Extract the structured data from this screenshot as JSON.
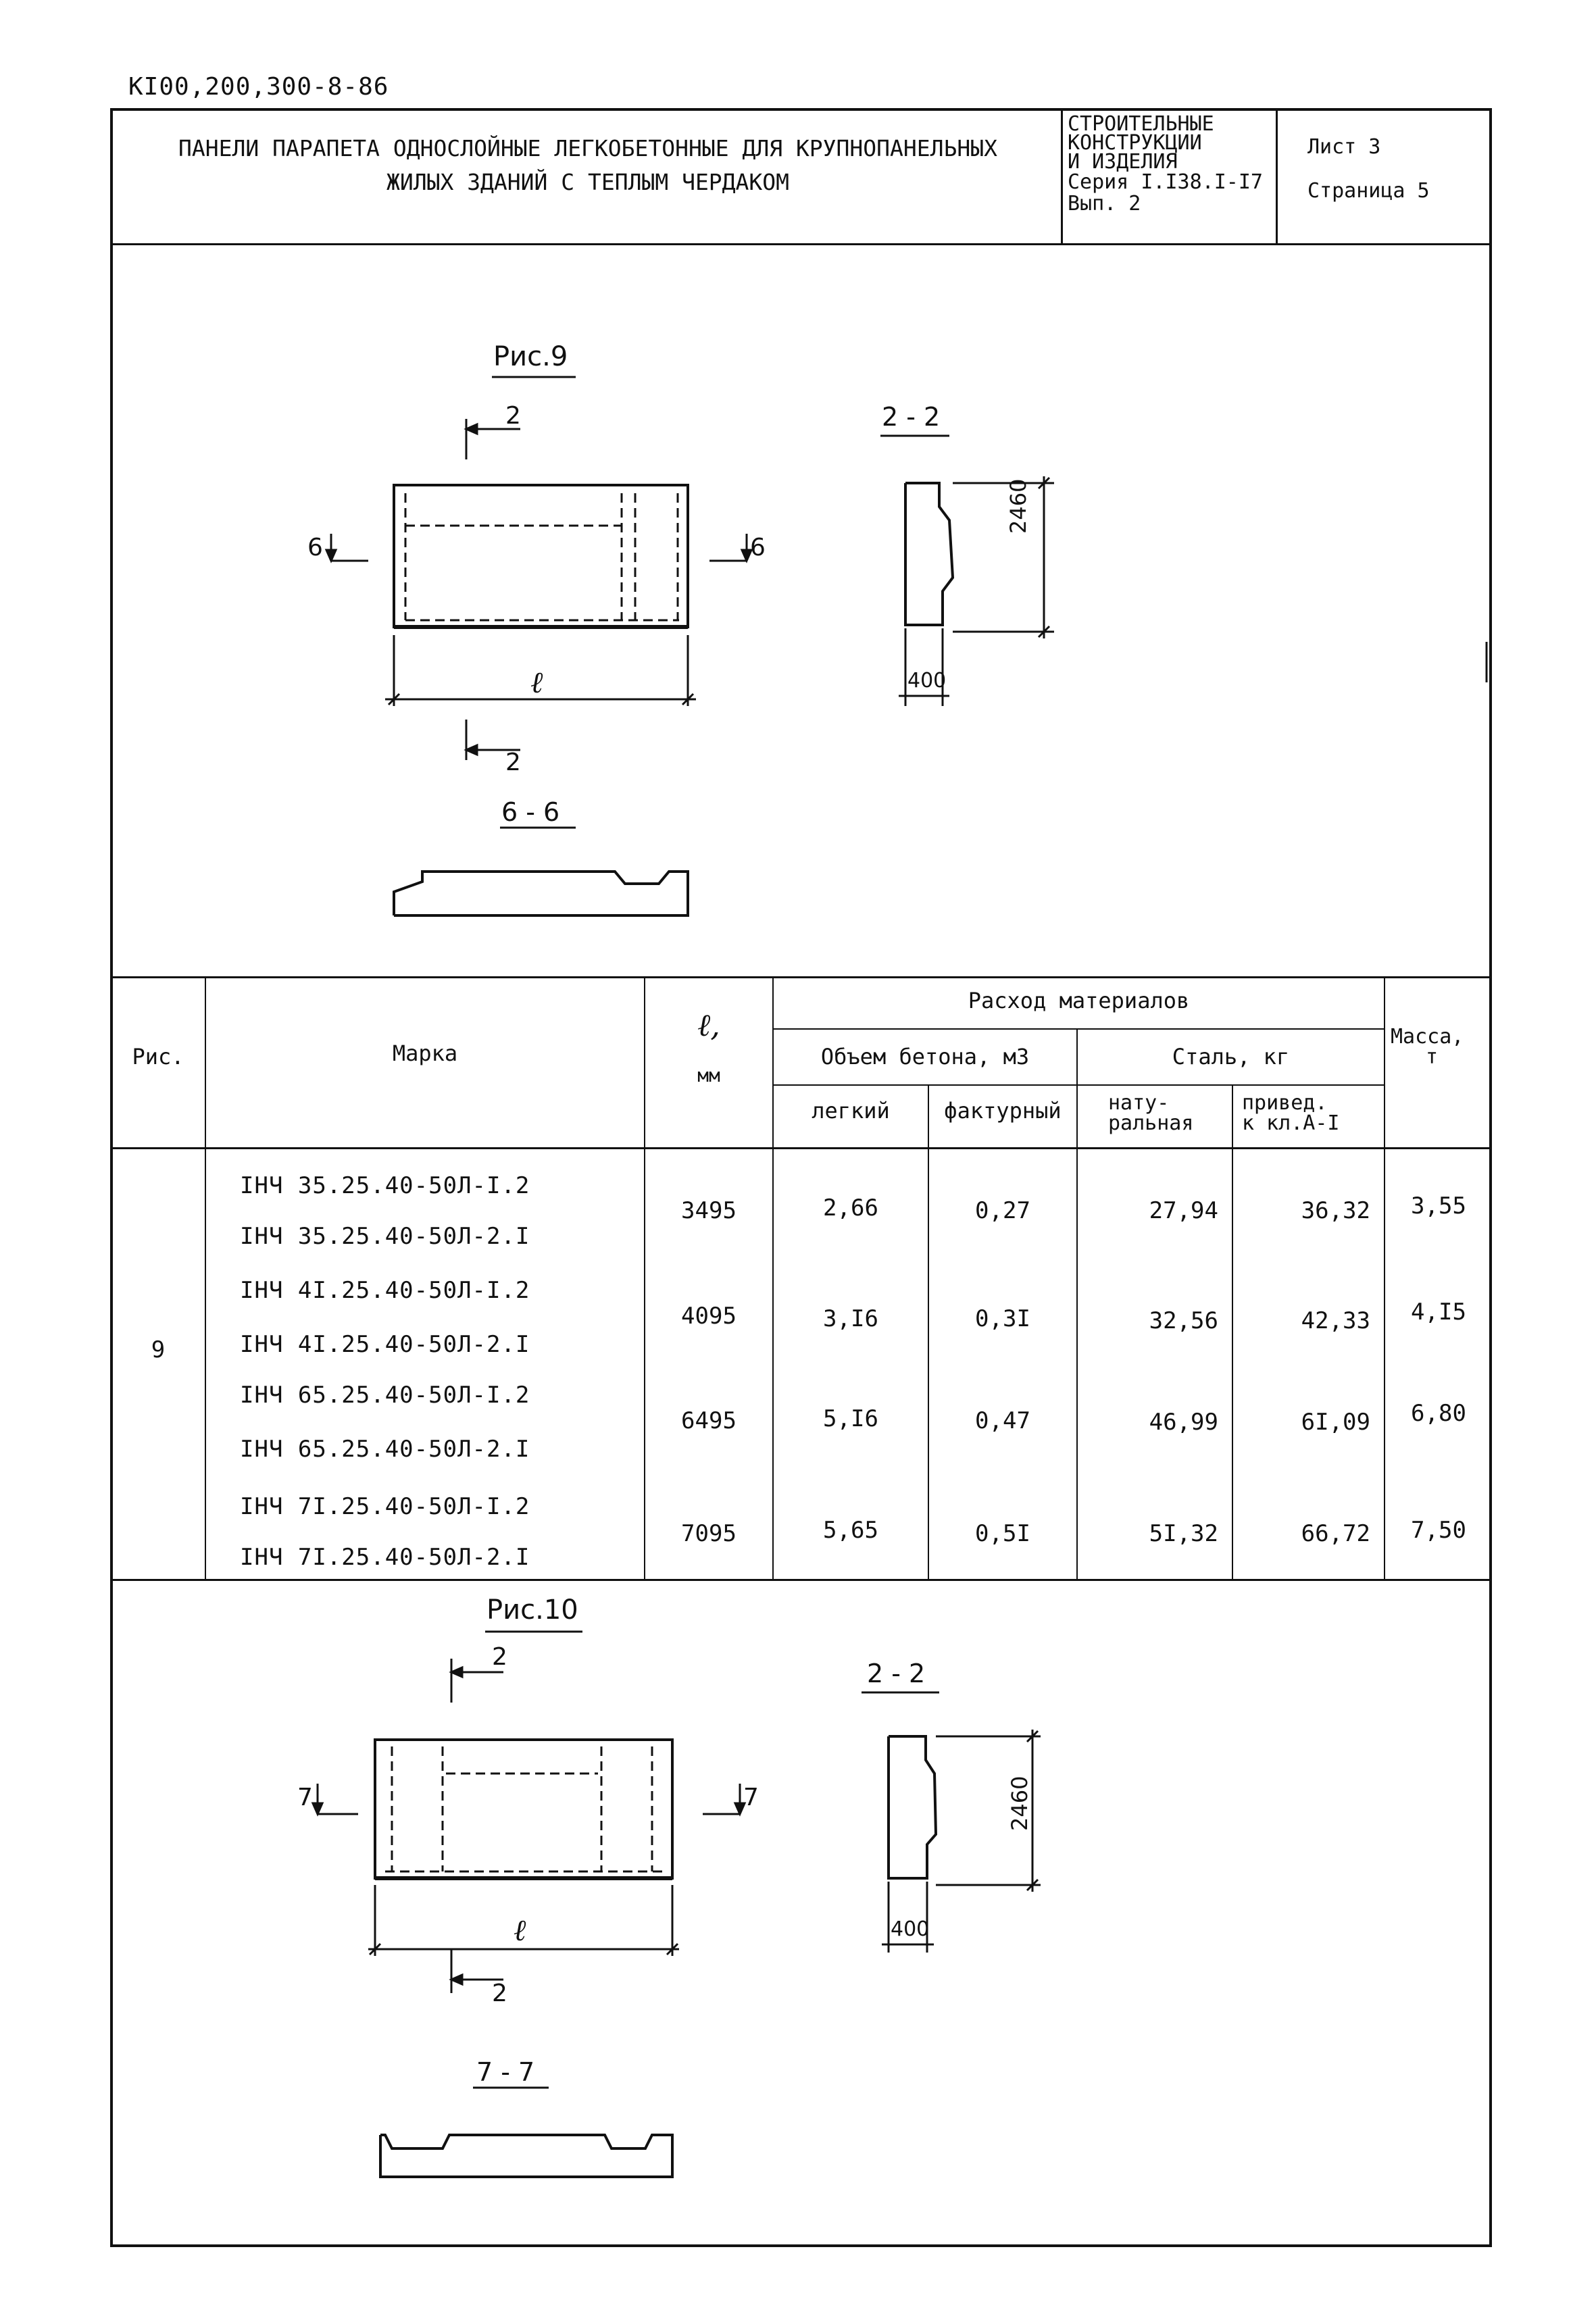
{
  "doc_code": "КI00,200,300-8-86",
  "header": {
    "title_line1": "ПАНЕЛИ ПАРАПЕТА ОДНОСЛОЙНЫЕ ЛЕГКОБЕТОННЫЕ ДЛЯ КРУПНОПАНЕЛЬНЫХ",
    "title_line2": "ЖИЛЫХ ЗДАНИЙ С ТЕПЛЫМ ЧЕРДАКОМ",
    "series_line1": "СТРОИТЕЛЬНЫЕ",
    "series_line2": "КОНСТРУКЦИИ",
    "series_line3": "И ИЗДЕЛИЯ",
    "series_line4": "Серия I.I38.I-I7",
    "series_line5": "Вып. 2",
    "sheet": "Лист 3",
    "page": "Страница 5"
  },
  "fig9": {
    "title": "Рис.9",
    "cut_top": "2",
    "cut_bottom": "2",
    "cut_left": "6",
    "cut_right": "6",
    "length_label": "ℓ",
    "section_22": "2 - 2",
    "height_dim": "2460",
    "width_dim": "400",
    "section_66": "6 - 6"
  },
  "fig10": {
    "title": "Рис.10",
    "cut_top": "2",
    "cut_bottom": "2",
    "cut_left": "7",
    "cut_right": "7",
    "length_label": "ℓ",
    "section_22": "2 - 2",
    "height_dim": "2460",
    "width_dim": "400",
    "section_77": "7 - 7"
  },
  "table": {
    "col_fig": "Рис.",
    "col_mark": "Марка",
    "col_len_sym": "ℓ,",
    "col_len_unit": "мм",
    "col_materials": "Расход материалов",
    "col_concrete": "Объем бетона, м3",
    "col_steel": "Сталь, кг",
    "col_light": "легкий",
    "col_facing": "фактурный",
    "col_natural_1": "нату-",
    "col_natural_2": "ральная",
    "col_reduced_1": "привед.",
    "col_reduced_2": "к кл.А-I",
    "col_mass_1": "Масса,",
    "col_mass_2": "т",
    "fig_number": "9",
    "rows": [
      {
        "mark1": "IНЧ 35.25.40-50Л-I.2",
        "mark2": "IНЧ 35.25.40-50Л-2.I",
        "len": "3495",
        "light": "2,66",
        "facing": "0,27",
        "natural": "27,94",
        "reduced": "36,32",
        "mass": "3,55"
      },
      {
        "mark1": "IНЧ 4I.25.40-50Л-I.2",
        "mark2": "IНЧ 4I.25.40-50Л-2.I",
        "len": "4095",
        "light": "3,I6",
        "facing": "0,3I",
        "natural": "32,56",
        "reduced": "42,33",
        "mass": "4,I5"
      },
      {
        "mark1": "IНЧ 65.25.40-50Л-I.2",
        "mark2": "IНЧ 65.25.40-50Л-2.I",
        "len": "6495",
        "light": "5,I6",
        "facing": "0,47",
        "natural": "46,99",
        "reduced": "6I,09",
        "mass": "6,80"
      },
      {
        "mark1": "IНЧ 7I.25.40-50Л-I.2",
        "mark2": "IНЧ 7I.25.40-50Л-2.I",
        "len": "7095",
        "light": "5,65",
        "facing": "0,5I",
        "natural": "5I,32",
        "reduced": "66,72",
        "mass": "7,50"
      }
    ]
  }
}
